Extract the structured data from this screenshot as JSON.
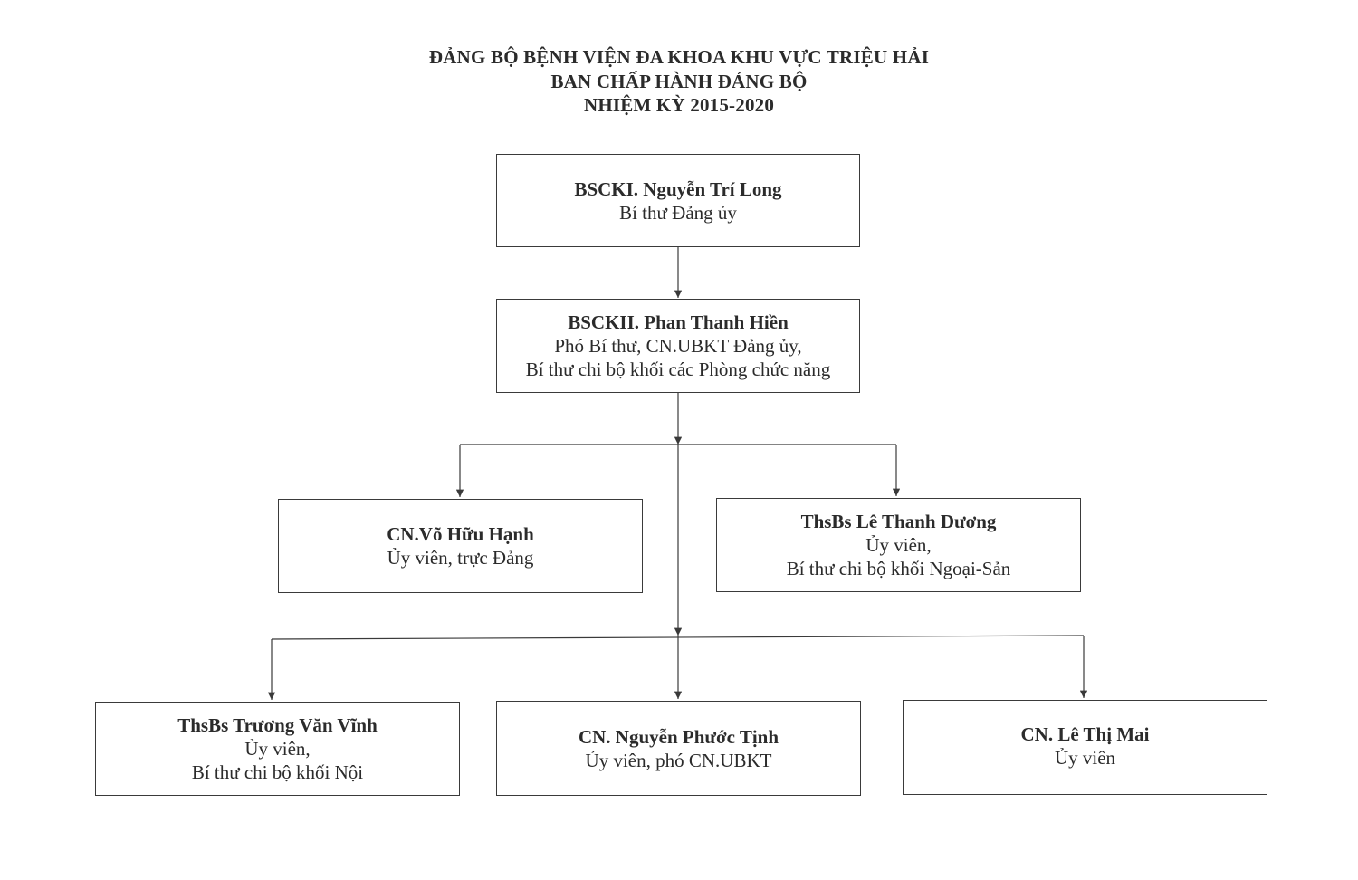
{
  "header": {
    "line1": "ĐẢNG BỘ BỆNH VIỆN ĐA KHOA KHU VỰC TRIỆU HẢI",
    "line2": "BAN CHẤP HÀNH ĐẢNG BỘ",
    "line3": "NHIỆM KỲ 2015-2020"
  },
  "nodes": [
    {
      "name": "BSCKI. Nguyễn Trí Long",
      "role": [
        "Bí thư Đảng ủy"
      ]
    },
    {
      "name": "BSCKII. Phan Thanh Hiền",
      "role": [
        "Phó Bí thư, CN.UBKT Đảng ủy,",
        "Bí thư chi bộ khối các Phòng chức năng"
      ]
    },
    {
      "name": "CN.Võ Hữu Hạnh",
      "role": [
        "Ủy viên, trực Đảng"
      ]
    },
    {
      "name": "ThsBs Lê Thanh Dương",
      "role": [
        "Ủy viên,",
        "Bí thư chi bộ khối Ngoại-Sản"
      ]
    },
    {
      "name": "ThsBs Trương Văn Vĩnh",
      "role": [
        "Ủy viên,",
        "Bí thư chi bộ khối Nội"
      ]
    },
    {
      "name": "CN. Nguyễn Phước Tịnh",
      "role": [
        "Ủy viên, phó CN.UBKT"
      ]
    },
    {
      "name": "CN. Lê Thị Mai",
      "role": [
        "Ủy viên"
      ]
    }
  ],
  "colors": {
    "line": "#3a3a3a",
    "text": "#2b2b2b",
    "background": "#ffffff"
  }
}
